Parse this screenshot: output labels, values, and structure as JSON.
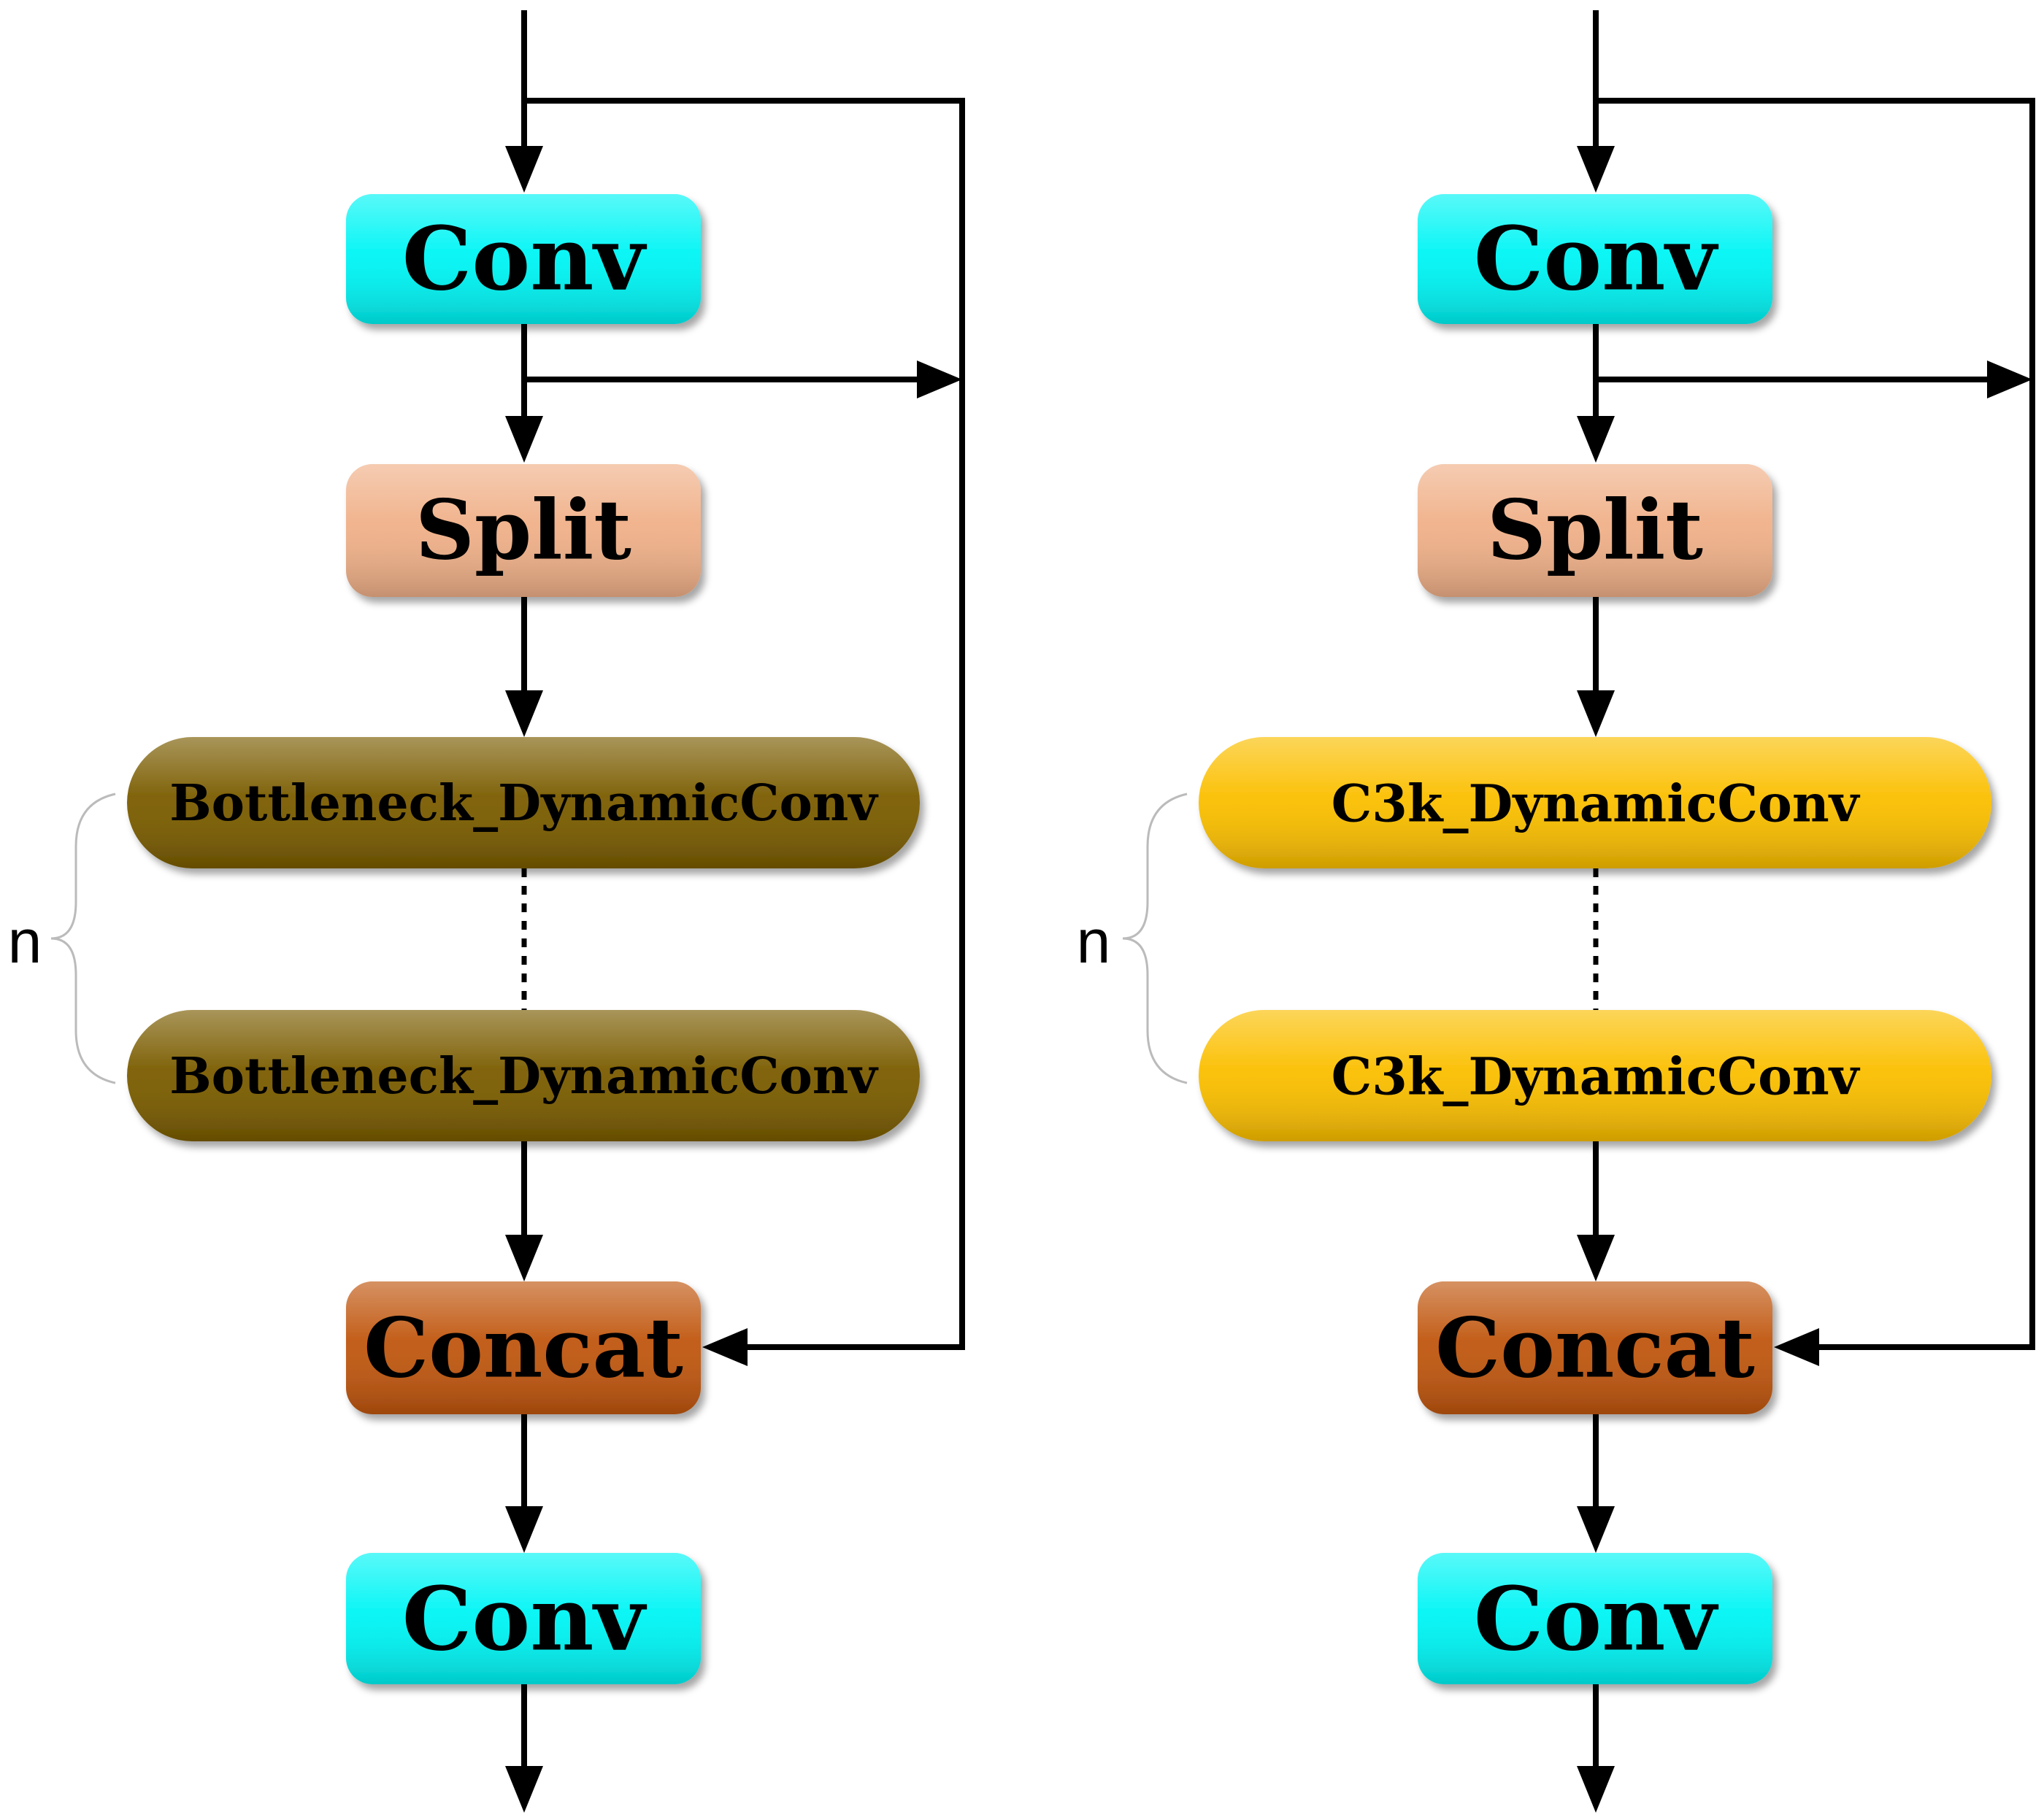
{
  "colors": {
    "conv": "#00f5f5",
    "split": "#f0b088",
    "concat": "#c0560e",
    "bottleneck": "#7a5c00",
    "c3k": "#fbbf00",
    "line": "#000000",
    "brace": "#bbbbbb"
  },
  "left": {
    "conv_top": "Conv",
    "split": "Split",
    "module_1": "Bottleneck_DynamicConv",
    "module_2": "Bottleneck_DynamicConv",
    "repeat_label": "n",
    "concat": "Concat",
    "conv_bottom": "Conv"
  },
  "right": {
    "conv_top": "Conv",
    "split": "Split",
    "module_1": "C3k_DynamicConv",
    "module_2": "C3k_DynamicConv",
    "repeat_label": "n",
    "concat": "Concat",
    "conv_bottom": "Conv"
  }
}
